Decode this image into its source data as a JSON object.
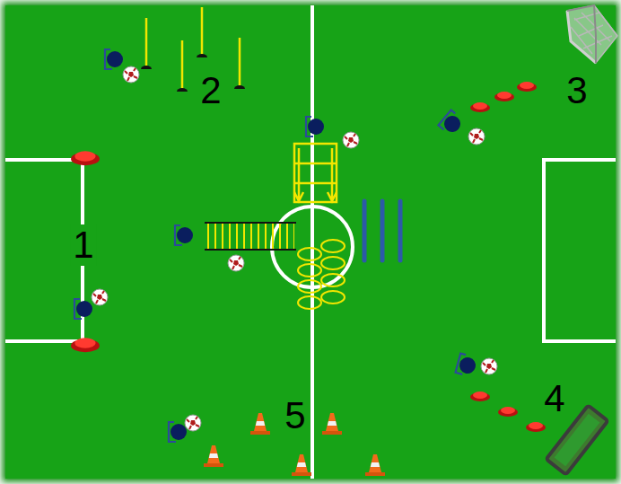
{
  "diagram": {
    "labels": [
      "2",
      "3",
      "1",
      "5",
      "4"
    ]
  }
}
